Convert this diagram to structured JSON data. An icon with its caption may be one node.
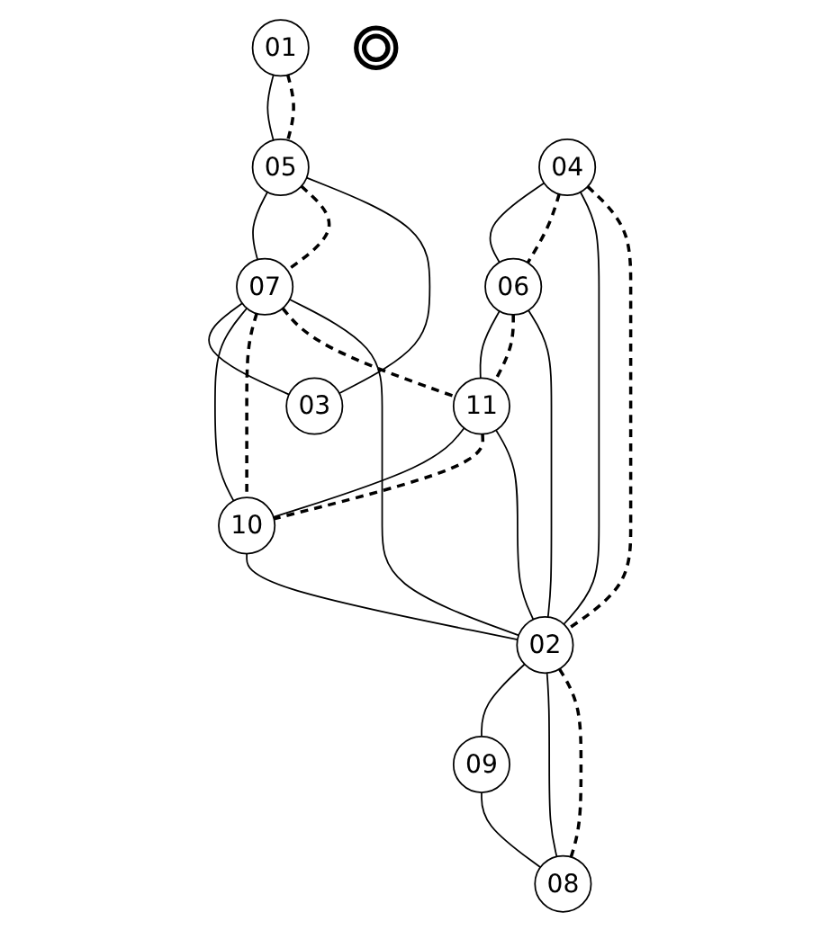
{
  "diagram": {
    "nodes": [
      {
        "text": [
          "01"
        ]
      },
      {
        "text": [
          "05"
        ]
      },
      {
        "text": [
          "07"
        ]
      },
      {
        "text": [
          "03"
        ]
      },
      {
        "text": [
          "04"
        ]
      },
      {
        "text": [
          "06"
        ]
      },
      {
        "text": [
          "11"
        ]
      },
      {
        "text": [
          "10"
        ]
      },
      {
        "text": [],
        "shape": "circle"
      },
      {
        "text": [
          "02"
        ]
      },
      {
        "text": [
          "09"
        ]
      },
      {
        "text": [
          "08"
        ]
      }
    ],
    "edges": [
      {
        "from": 0,
        "to": 1,
        "arrow": "none"
      },
      {
        "from": 0,
        "to": 1,
        "arrow": "none",
        "style": "dashed"
      },
      {
        "from": 1,
        "to": 2,
        "arrow": "none"
      },
      {
        "from": 1,
        "to": 2,
        "arrow": "none",
        "style": "dashed"
      },
      {
        "from": 1,
        "to": 3,
        "arrow": "none"
      },
      {
        "from": 2,
        "to": 3,
        "arrow": "none"
      },
      {
        "from": 2,
        "to": 7,
        "arrow": "none"
      },
      {
        "from": 2,
        "to": 7,
        "arrow": "none",
        "style": "dashed"
      },
      {
        "from": 2,
        "to": 6,
        "arrow": "none",
        "style": "dashed"
      },
      {
        "from": 2,
        "to": 9,
        "arrow": "none"
      },
      {
        "from": 4,
        "to": 5,
        "arrow": "none"
      },
      {
        "from": 4,
        "to": 5,
        "arrow": "none",
        "style": "dashed"
      },
      {
        "from": 5,
        "to": 6,
        "arrow": "none"
      },
      {
        "from": 5,
        "to": 6,
        "arrow": "none",
        "style": "dashed"
      },
      {
        "from": 6,
        "to": 7,
        "arrow": "none"
      },
      {
        "from": 6,
        "to": 7,
        "arrow": "none",
        "style": "dashed"
      },
      {
        "from": 4,
        "to": 9,
        "arrow": "none"
      },
      {
        "from": 4,
        "to": 9,
        "arrow": "none",
        "style": "dashed"
      },
      {
        "from": 5,
        "to": 9,
        "arrow": "none"
      },
      {
        "from": 6,
        "to": 9,
        "arrow": "none"
      },
      {
        "from": 7,
        "to": 9,
        "arrow": "none"
      },
      {
        "from": 9,
        "to": 10,
        "arrow": "none"
      },
      {
        "from": 9,
        "to": 11,
        "arrow": "none"
      },
      {
        "from": 9,
        "to": 11,
        "arrow": "none",
        "style": "dashed"
      },
      {
        "from": 10,
        "to": 11,
        "arrow": "none"
      }
    ]
  }
}
